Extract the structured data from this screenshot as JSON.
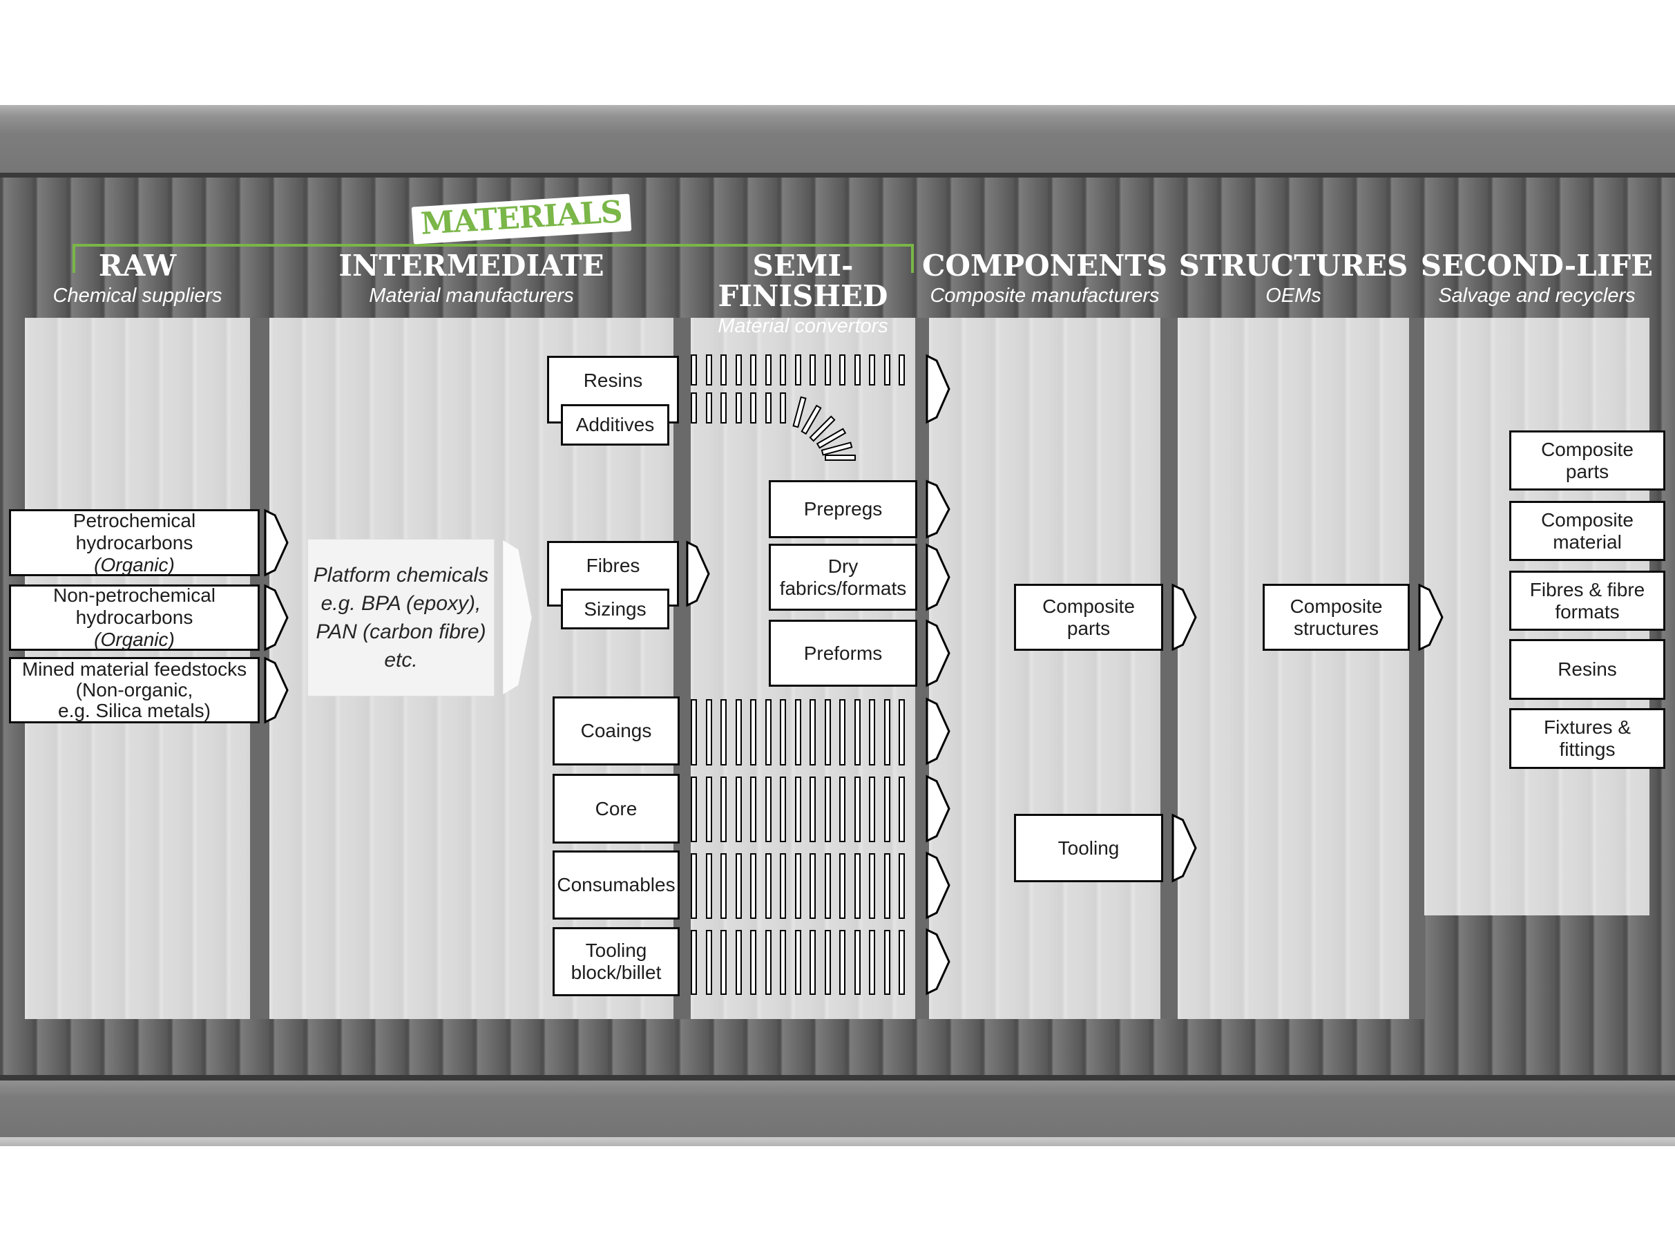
{
  "accent_green": "#7ab648",
  "banner": {
    "label": "MATERIALS"
  },
  "columns": [
    {
      "id": "raw",
      "title": "RAW",
      "subtitle": "Chemical suppliers"
    },
    {
      "id": "intermediate",
      "title": "INTERMEDIATE",
      "subtitle": "Material manufacturers"
    },
    {
      "id": "semi",
      "title": "SEMI-FINISHED",
      "subtitle": "Material convertors"
    },
    {
      "id": "components",
      "title": "COMPONENTS",
      "subtitle": "Composite manufacturers"
    },
    {
      "id": "structures",
      "title": "STRUCTURES",
      "subtitle": "OEMs"
    },
    {
      "id": "secondlife",
      "title": "SECOND-LIFE",
      "subtitle": "Salvage and recyclers"
    }
  ],
  "raw": {
    "boxes": [
      {
        "text": "Petrochemical\nhydrocarbons",
        "note": "(Organic)"
      },
      {
        "text": "Non-petrochemical\nhydrocarbons",
        "note": "(Organic)"
      },
      {
        "text": "Mined material feedstocks\n(Non-organic,\ne.g. Silica metals)",
        "note": ""
      }
    ]
  },
  "intermediate": {
    "platform_text": "Platform chemicals\ne.g. BPA (epoxy),\nPAN (carbon fibre)\netc.",
    "resins": "Resins",
    "additives": "Additives",
    "fibres": "Fibres",
    "sizings": "Sizings",
    "coatings": "Coaings",
    "core": "Core",
    "consumables": "Consumables",
    "tooling_block": "Tooling\nblock/billet"
  },
  "semi_finished": {
    "prepregs": "Prepregs",
    "dry_fabrics": "Dry\nfabrics/formats",
    "preforms": "Preforms"
  },
  "components": {
    "composite_parts": "Composite\nparts",
    "tooling": "Tooling"
  },
  "structures": {
    "composite_structures": "Composite\nstructures"
  },
  "second_life": {
    "boxes": [
      "Composite\nparts",
      "Composite\nmaterial",
      "Fibres & fibre\nformats",
      "Resins",
      "Fixtures &\nfittings"
    ]
  }
}
